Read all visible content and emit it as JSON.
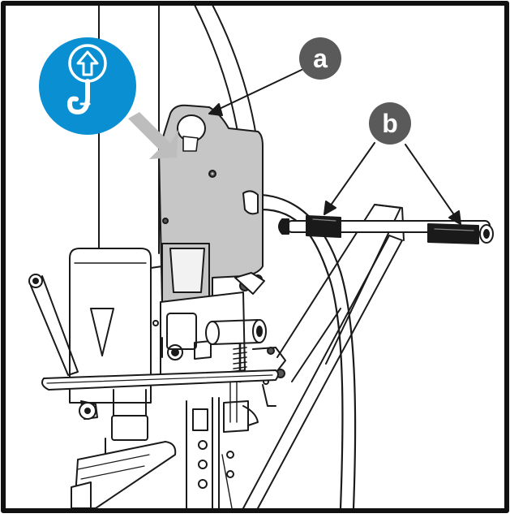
{
  "figure": {
    "callouts": [
      {
        "label": "a",
        "target": "lifting-eye"
      },
      {
        "label": "b",
        "target": "handle-grips"
      }
    ],
    "badge": {
      "icon": "lifting-hook-icon",
      "meaning": "lift point"
    },
    "colors": {
      "badge": "#0a8fd3",
      "callout": "#5a5a5a",
      "bracket": "#c6c6c6",
      "arrow": "#bdbdbd",
      "frame": "#111111",
      "line": "#1a1a1a"
    }
  }
}
